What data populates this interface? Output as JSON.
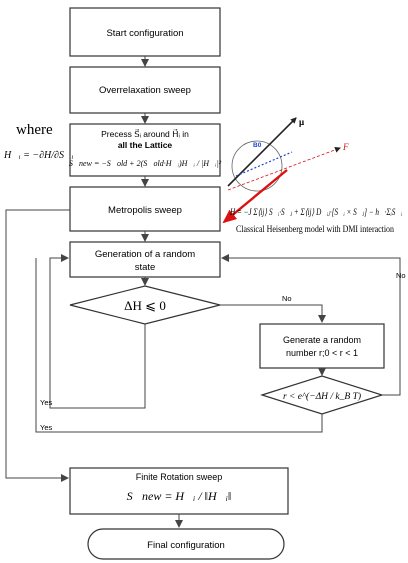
{
  "nodes": {
    "start": "Start configuration",
    "overrelax": "Overrelaxation sweep",
    "precess_line1": "Precess S⃗ᵢ around H⃗ᵢ in",
    "precess_line2": "all the Lattice",
    "precess_formula": "S⃗new = −S⃗old + 2(S⃗old·H⃗ᵢ)H⃗ᵢ / |H⃗ᵢ|²",
    "metropolis": "Metropolis sweep",
    "generation_line1": "Generation of a  random",
    "generation_line2": "state",
    "decision_energy": "ΔH ⩽ 0",
    "random_line1": "Generate a random",
    "random_line2": "number  r;0 < r < 1",
    "decision_boltzmann": "r < e^(−ΔH / k_B T)",
    "finite_title": "Finite Rotation  sweep",
    "finite_formula": "S⃗new = H⃗ᵢ / ‖H⃗ᵢ‖",
    "final": "Final configuration"
  },
  "labels": {
    "where": "where",
    "field_def": "H⃗ᵢ = −∂H/∂S⃗ᵢ",
    "no_1": "No",
    "no_2": "No",
    "yes_1": "Yes",
    "yes_2": "Yes"
  },
  "hamiltonian": {
    "formula": "H = −J Σ⟨ij⟩ S⃗ᵢ·S⃗ⱼ + Σ⟨ij⟩ D⃗ᵢⱼ·[S⃗ᵢ × S⃗ⱼ] − h⃗·ΣᵢS⃗ᵢ",
    "caption": "Classical Heisenberg model with DMI interaction"
  },
  "vector_diagram": {
    "mu_label": "μ",
    "f_label": "F",
    "b_label": "B0"
  },
  "colors": {
    "box_fill": "#ffffff",
    "box_stroke": "#333333",
    "line": "#444444",
    "arrow_red": "#dd1111",
    "vector_blue": "#2244cc"
  }
}
